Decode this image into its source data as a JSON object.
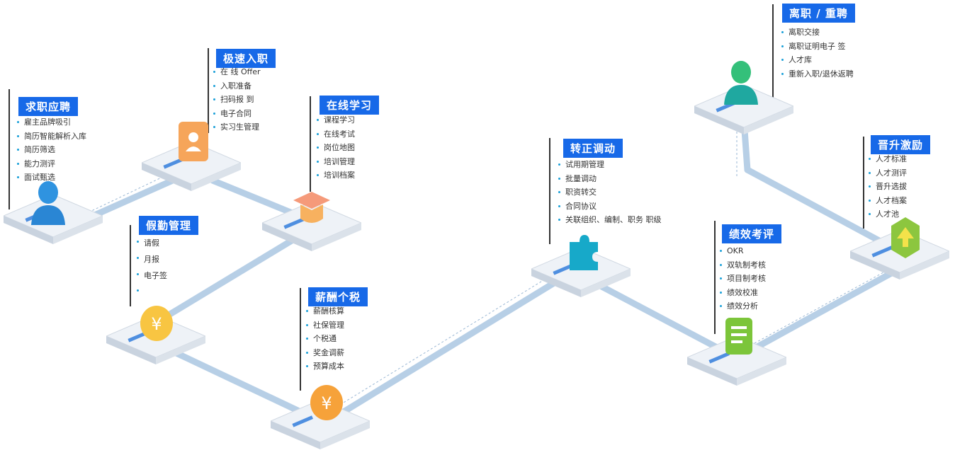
{
  "colors": {
    "title_bg": "#1769e8",
    "connector": "#b7cfe6",
    "platform_top": "#eef2f7",
    "platform_side": "#c9d3df"
  },
  "sections": [
    {
      "id": "qiuzhi",
      "title": "求职应聘",
      "items": [
        "雇主品牌吸引",
        "简历智能解析入库",
        "简历筛选",
        "能力测评",
        "面试甄选"
      ],
      "icon": "person-icon"
    },
    {
      "id": "jisu",
      "title": "极速入职",
      "items": [
        "在 线 Offer",
        "入职准备",
        "扫码报 到",
        "电子合同",
        "实习生管理"
      ],
      "icon": "id-card-icon"
    },
    {
      "id": "zaixian",
      "title": "在线学习",
      "items": [
        "课程学习",
        "在线考试",
        "岗位地图",
        "培训管理",
        "培训档案"
      ],
      "icon": "graduation-cap-icon"
    },
    {
      "id": "jiaqin",
      "title": "假勤管理",
      "items": [
        "请假",
        "月报",
        "电子签",
        ""
      ],
      "icon": "yen-coin-icon"
    },
    {
      "id": "xinchou",
      "title": "薪酬个税",
      "items": [
        "薪酬核算",
        "社保管理",
        "个税通",
        "奖金调薪",
        "预算成本"
      ],
      "icon": "yen-coin-icon"
    },
    {
      "id": "zhuanzheng",
      "title": "转正调动",
      "items": [
        "试用期管理",
        "批量调动",
        "职资转交",
        "合同协议",
        "关联组织、编制、职务 职级"
      ],
      "icon": "puzzle-icon"
    },
    {
      "id": "jixiao",
      "title": "绩效考评",
      "items": [
        "OKR",
        "双轨制考核",
        "项目制考核",
        "绩效校准",
        "绩效分析"
      ],
      "icon": "document-icon"
    },
    {
      "id": "jinsheng",
      "title": "晋升激励",
      "items": [
        "人才标准",
        "人才测评",
        "晋升选拔",
        "人才档案",
        "人才池"
      ],
      "icon": "up-arrow-icon"
    },
    {
      "id": "lizhi",
      "title": "离职 / 重聘",
      "items": [
        "离职交接",
        "离职证明电子 签",
        "人才库",
        "重新入职/退休返聘"
      ],
      "icon": "person-icon"
    }
  ]
}
